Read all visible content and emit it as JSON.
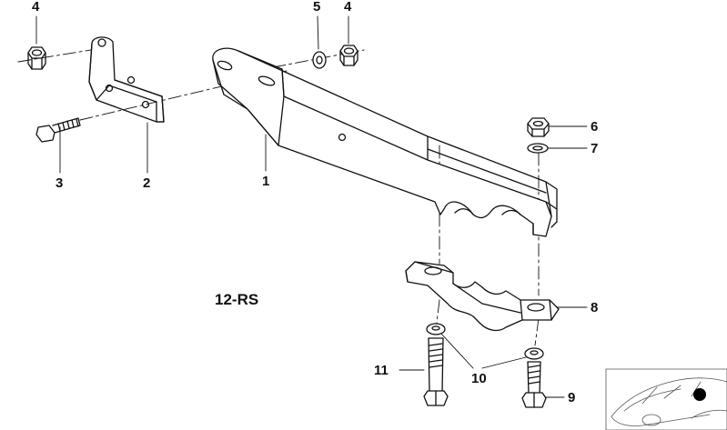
{
  "diagram": {
    "code": "12-RS",
    "callouts": [
      {
        "id": "4a",
        "label": "4"
      },
      {
        "id": "3",
        "label": "3"
      },
      {
        "id": "2",
        "label": "2"
      },
      {
        "id": "1",
        "label": "1"
      },
      {
        "id": "5",
        "label": "5"
      },
      {
        "id": "4b",
        "label": "4"
      },
      {
        "id": "6",
        "label": "6"
      },
      {
        "id": "7",
        "label": "7"
      },
      {
        "id": "8",
        "label": "8"
      },
      {
        "id": "11",
        "label": "11"
      },
      {
        "id": "10",
        "label": "10"
      },
      {
        "id": "9",
        "label": "9"
      }
    ]
  },
  "colors": {
    "ink": "#111111",
    "paper": "#ffffff",
    "marker": "#000000"
  }
}
